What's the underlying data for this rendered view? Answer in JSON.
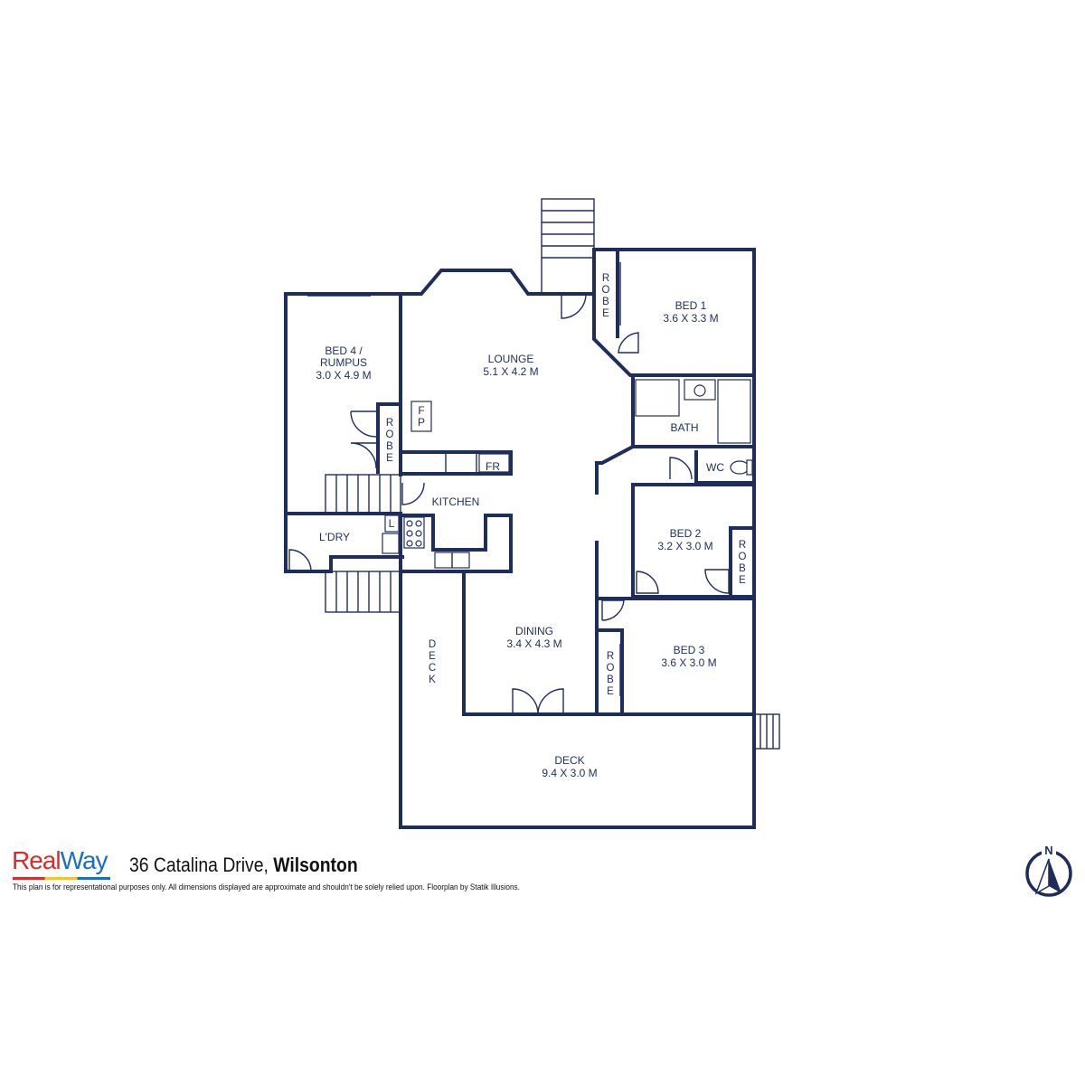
{
  "rooms": {
    "lounge": {
      "name": "LOUNGE",
      "dims": "5.1 X 4.2 M"
    },
    "bed1": {
      "name": "BED 1",
      "dims": "3.6 X 3.3 M"
    },
    "bed4": {
      "name1": "BED 4 /",
      "name2": "RUMPUS",
      "dims": "3.0 X 4.9 M"
    },
    "bath": {
      "name": "BATH"
    },
    "wc": {
      "name": "WC"
    },
    "kitchen": {
      "name": "KITCHEN"
    },
    "fr": {
      "name": "FR"
    },
    "fp": {
      "l1": "F",
      "l2": "P"
    },
    "laundry": {
      "name": "L'DRY"
    },
    "laundry_l": {
      "name": "L"
    },
    "bed2": {
      "name": "BED 2",
      "dims": "3.2 X 3.0 M"
    },
    "bed3": {
      "name": "BED 3",
      "dims": "3.6 X 3.0 M"
    },
    "dining": {
      "name": "DINING",
      "dims": "3.4 X 4.3 M"
    },
    "deck_side": {
      "letters": [
        "D",
        "E",
        "C",
        "K"
      ]
    },
    "deck_main": {
      "name": "DECK",
      "dims": "9.4 X 3.0 M"
    },
    "robe_letters": [
      "R",
      "O",
      "B",
      "E"
    ]
  },
  "footer": {
    "brand_real": "Real",
    "brand_way": "Way",
    "address_street": "36 Catalina Drive,",
    "address_suburb": "Wilsonton",
    "disclaimer": "This plan is for representational purposes only. All dimensions displayed are approximate and shouldn't be solely relied upon. Floorplan by Statik Illusions."
  },
  "compass": {
    "label": "N"
  },
  "colors": {
    "wall": "#1f2d5c",
    "brand_red": "#e02a2a",
    "brand_blue": "#1b6fc2",
    "brand_yellow": "#f6c22c"
  }
}
